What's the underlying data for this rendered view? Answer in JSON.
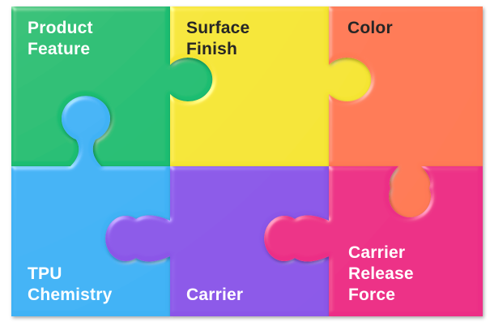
{
  "pieces": [
    {
      "id": "product-feature",
      "lines": [
        "Product",
        "Feature"
      ],
      "color": "#1bbd71",
      "text_color": "light"
    },
    {
      "id": "surface-finish",
      "lines": [
        "Surface",
        "Finish"
      ],
      "color": "#f5e533",
      "text_color": "dark"
    },
    {
      "id": "color",
      "lines": [
        "Color"
      ],
      "color": "#ff7a55",
      "text_color": "dark"
    },
    {
      "id": "tpu-chemistry",
      "lines": [
        "TPU",
        "Chemistry"
      ],
      "color": "#3fb2f5",
      "text_color": "light"
    },
    {
      "id": "carrier",
      "lines": [
        "Carrier"
      ],
      "color": "#8b57e8",
      "text_color": "light"
    },
    {
      "id": "carrier-release-force",
      "lines": [
        "Carrier",
        "Release",
        "Force"
      ],
      "color": "#ec2f86",
      "text_color": "light"
    }
  ]
}
